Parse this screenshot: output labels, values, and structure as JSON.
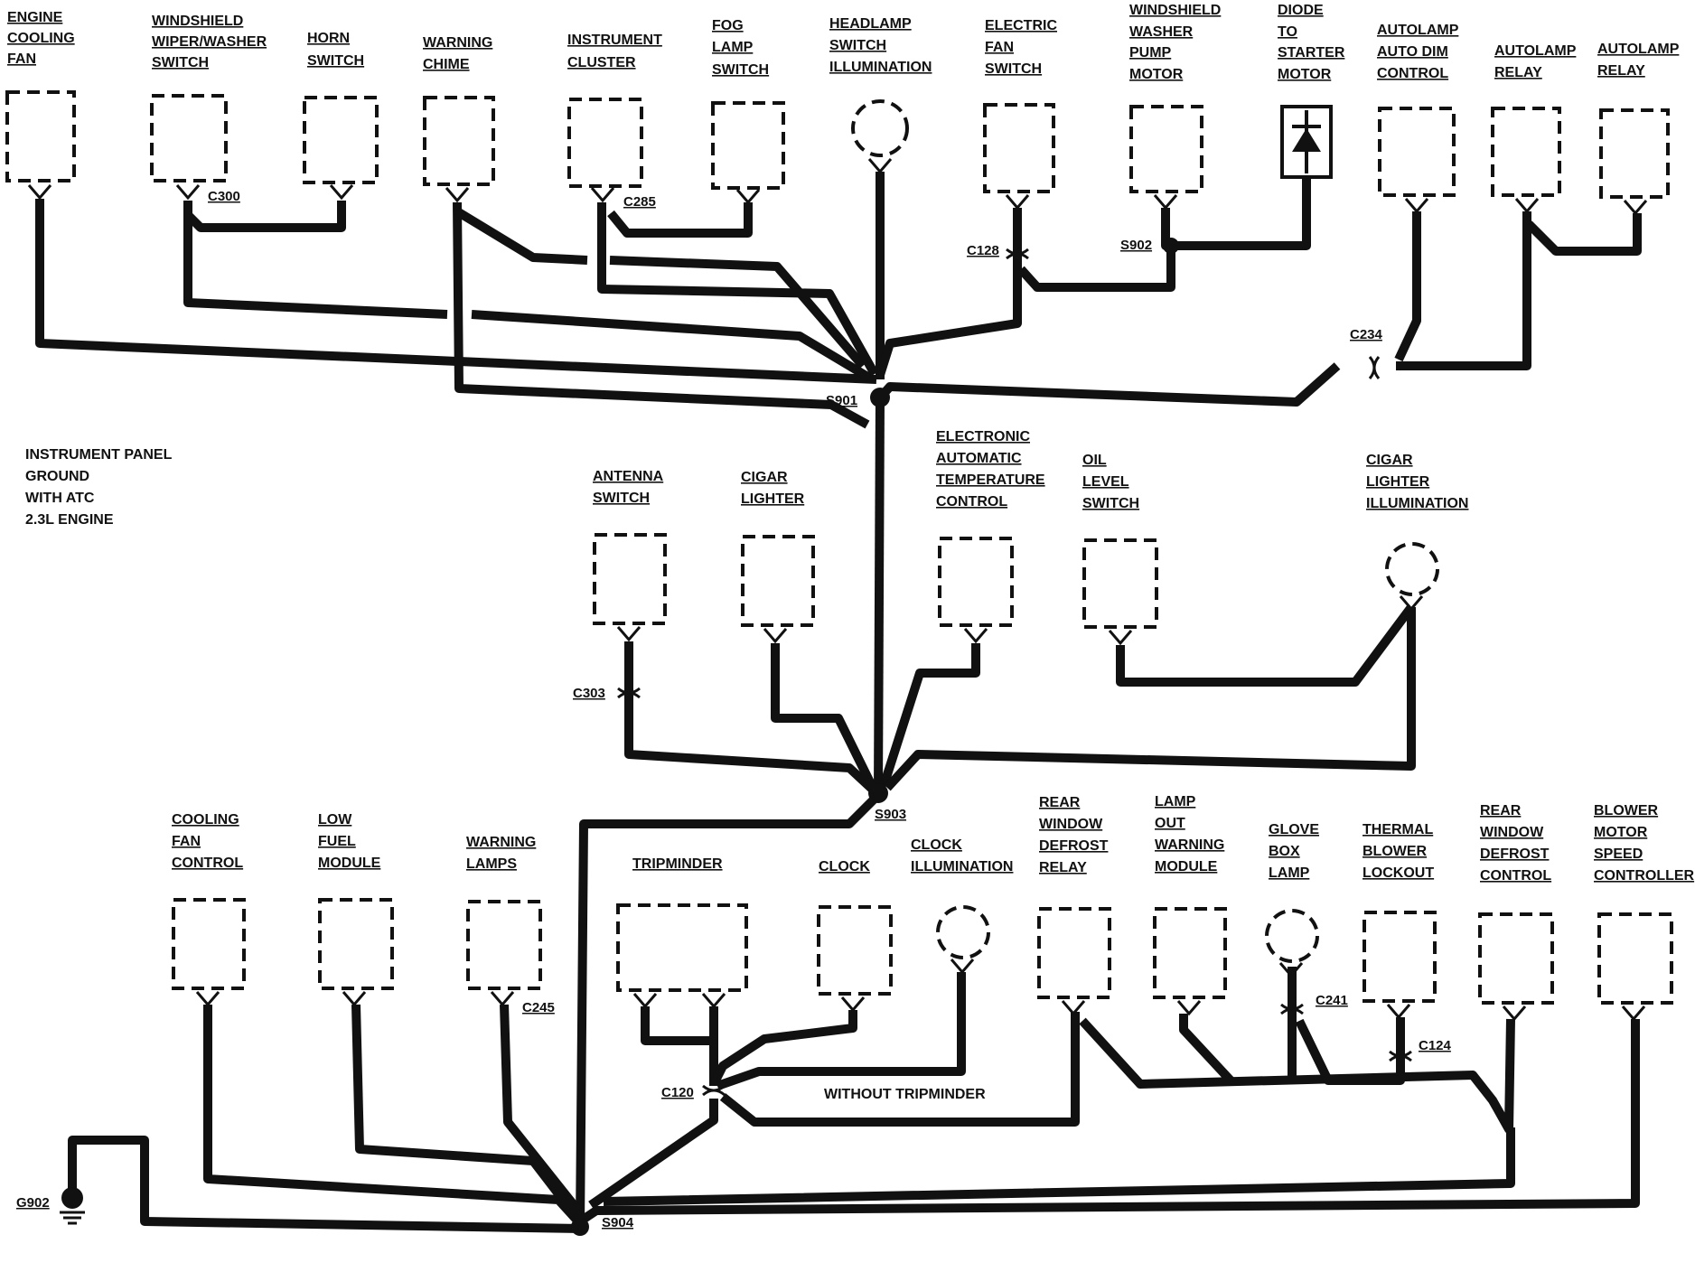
{
  "title_block": [
    "INSTRUMENT PANEL",
    "GROUND",
    "WITH ATC",
    "2.3L ENGINE"
  ],
  "components_top": [
    {
      "id": "engine-cooling-fan",
      "label": [
        "ENGINE",
        "COOLING",
        "FAN"
      ]
    },
    {
      "id": "windshield-wiper-washer-switch",
      "label": [
        "WINDSHIELD",
        "WIPER/WASHER",
        "SWITCH"
      ]
    },
    {
      "id": "horn-switch",
      "label": [
        "HORN",
        "SWITCH"
      ]
    },
    {
      "id": "warning-chime",
      "label": [
        "WARNING",
        "CHIME"
      ]
    },
    {
      "id": "instrument-cluster",
      "label": [
        "INSTRUMENT",
        "CLUSTER"
      ]
    },
    {
      "id": "fog-lamp-switch",
      "label": [
        "FOG",
        "LAMP",
        "SWITCH"
      ]
    },
    {
      "id": "headlamp-switch-illumination",
      "label": [
        "HEADLAMP",
        "SWITCH",
        "ILLUMINATION"
      ]
    },
    {
      "id": "electric-fan-switch",
      "label": [
        "ELECTRIC",
        "FAN",
        "SWITCH"
      ]
    },
    {
      "id": "windshield-washer-pump-motor",
      "label": [
        "WINDSHIELD",
        "WASHER",
        "PUMP",
        "MOTOR"
      ]
    },
    {
      "id": "diode-to-starter-motor",
      "label": [
        "DIODE",
        "TO",
        "STARTER",
        "MOTOR"
      ]
    },
    {
      "id": "autolamp-auto-dim-control",
      "label": [
        "AUTOLAMP",
        "AUTO DIM",
        "CONTROL"
      ]
    },
    {
      "id": "autolamp-relay-1",
      "label": [
        "AUTOLAMP",
        "RELAY"
      ]
    },
    {
      "id": "autolamp-relay-2",
      "label": [
        "AUTOLAMP",
        "RELAY"
      ]
    }
  ],
  "components_middle": [
    {
      "id": "antenna-switch",
      "label": [
        "ANTENNA",
        "SWITCH"
      ]
    },
    {
      "id": "cigar-lighter",
      "label": [
        "CIGAR",
        "LIGHTER"
      ]
    },
    {
      "id": "electronic-automatic-temperature-control",
      "label": [
        "ELECTRONIC",
        "AUTOMATIC",
        "TEMPERATURE",
        "CONTROL"
      ]
    },
    {
      "id": "oil-level-switch",
      "label": [
        "OIL",
        "LEVEL",
        "SWITCH"
      ]
    },
    {
      "id": "cigar-lighter-illumination",
      "label": [
        "CIGAR",
        "LIGHTER",
        "ILLUMINATION"
      ]
    }
  ],
  "components_bottom": [
    {
      "id": "cooling-fan-control",
      "label": [
        "COOLING",
        "FAN",
        "CONTROL"
      ]
    },
    {
      "id": "low-fuel-module",
      "label": [
        "LOW",
        "FUEL",
        "MODULE"
      ]
    },
    {
      "id": "warning-lamps",
      "label": [
        "WARNING",
        "LAMPS"
      ]
    },
    {
      "id": "tripminder",
      "label": [
        "TRIPMINDER"
      ]
    },
    {
      "id": "clock",
      "label": [
        "CLOCK"
      ]
    },
    {
      "id": "clock-illumination",
      "label": [
        "CLOCK",
        "ILLUMINATION"
      ]
    },
    {
      "id": "rear-window-defrost-relay",
      "label": [
        "REAR",
        "WINDOW",
        "DEFROST",
        "RELAY"
      ]
    },
    {
      "id": "lamp-out-warning-module",
      "label": [
        "LAMP",
        "OUT",
        "WARNING",
        "MODULE"
      ]
    },
    {
      "id": "glove-box-lamp",
      "label": [
        "GLOVE",
        "BOX",
        "LAMP"
      ]
    },
    {
      "id": "thermal-blower-lockout",
      "label": [
        "THERMAL",
        "BLOWER",
        "LOCKOUT"
      ]
    },
    {
      "id": "rear-window-defrost-control",
      "label": [
        "REAR",
        "WINDOW",
        "DEFROST",
        "CONTROL"
      ]
    },
    {
      "id": "blower-motor-speed-controller",
      "label": [
        "BLOWER",
        "MOTOR",
        "SPEED",
        "CONTROLLER"
      ]
    }
  ],
  "connectors": {
    "c300": "C300",
    "c285": "C285",
    "c128": "C128",
    "s902": "S902",
    "c234": "C234",
    "s901": "S901",
    "c303": "C303",
    "s903": "S903",
    "c245": "C245",
    "c120": "C120",
    "c241": "C241",
    "c124": "C124",
    "g902": "G902",
    "s904": "S904"
  },
  "notes": {
    "without_tripminder": "WITHOUT TRIPMINDER"
  }
}
